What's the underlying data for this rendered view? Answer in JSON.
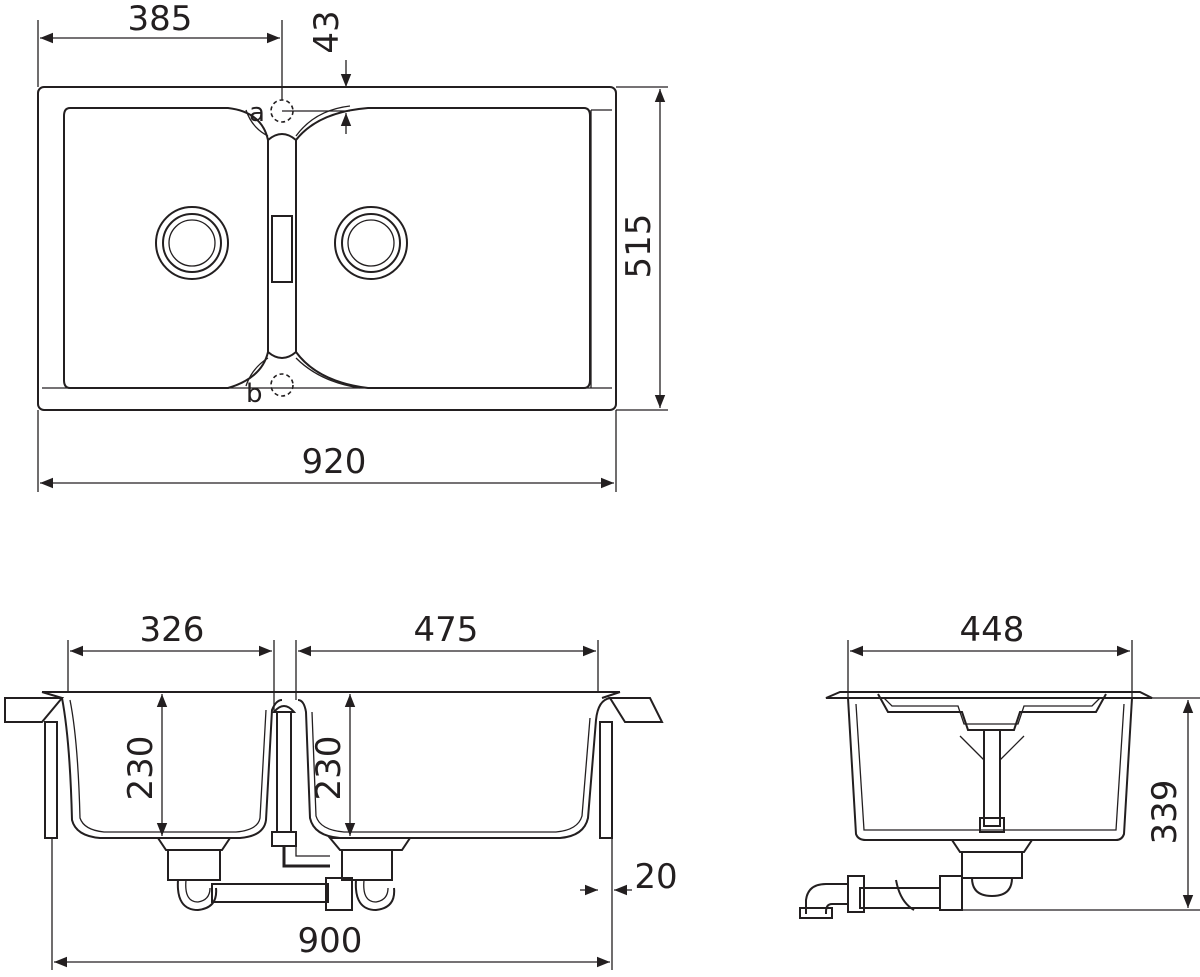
{
  "dimensions": {
    "top_width": "920",
    "top_height": "515",
    "bowl_offset": "385",
    "tap_offset": "43",
    "front_left_bowl": "326",
    "front_right_bowl": "475",
    "front_left_depth": "230",
    "front_right_depth": "230",
    "front_overall": "900",
    "front_rim": "20",
    "side_width": "448",
    "side_height": "339"
  },
  "labels": {
    "tap_hole_a": "a",
    "tap_hole_b": "b"
  }
}
